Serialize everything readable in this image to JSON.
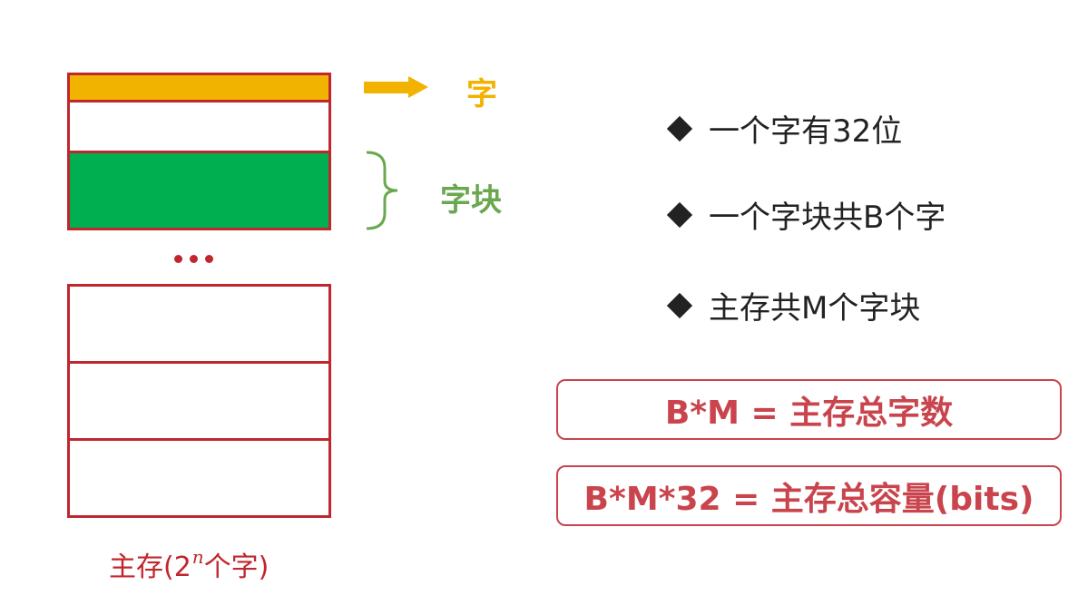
{
  "colors": {
    "red": "#c0262d",
    "orange": "#f2b200",
    "green": "#00b050",
    "green_text": "#6aa84f",
    "text": "#222222",
    "formula": "#c9444c"
  },
  "memory": {
    "word_label": "字",
    "block_label": "字块",
    "ellipsis": "•••",
    "caption_prefix": "主存(2",
    "caption_exp": "n",
    "caption_suffix": "个字)"
  },
  "bullets": [
    "一个字有32位",
    "一个字块共B个字",
    "主存共M个字块"
  ],
  "formulas": [
    "B*M = 主存总字数",
    "B*M*32 = 主存总容量(bits)"
  ]
}
